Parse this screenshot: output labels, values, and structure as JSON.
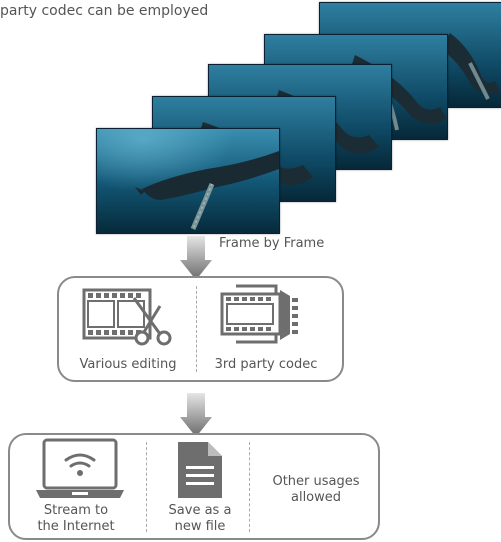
{
  "top_caption": "party codec can be employed",
  "flow_label": "Frame by Frame",
  "processing": {
    "editing_label": "Various editing",
    "codec_label": "3rd party codec"
  },
  "output": {
    "stream_label_line1": "Stream to",
    "stream_label_line2": "the Internet",
    "save_label_line1": "Save as a",
    "save_label_line2": "new file",
    "other_label_line1": "Other usages",
    "other_label_line2": "allowed"
  },
  "colors": {
    "panel_border": "#8a8a8a",
    "icon_gray": "#6e6e6e",
    "arrow_dark": "#6a6a6a",
    "text": "#555555"
  }
}
